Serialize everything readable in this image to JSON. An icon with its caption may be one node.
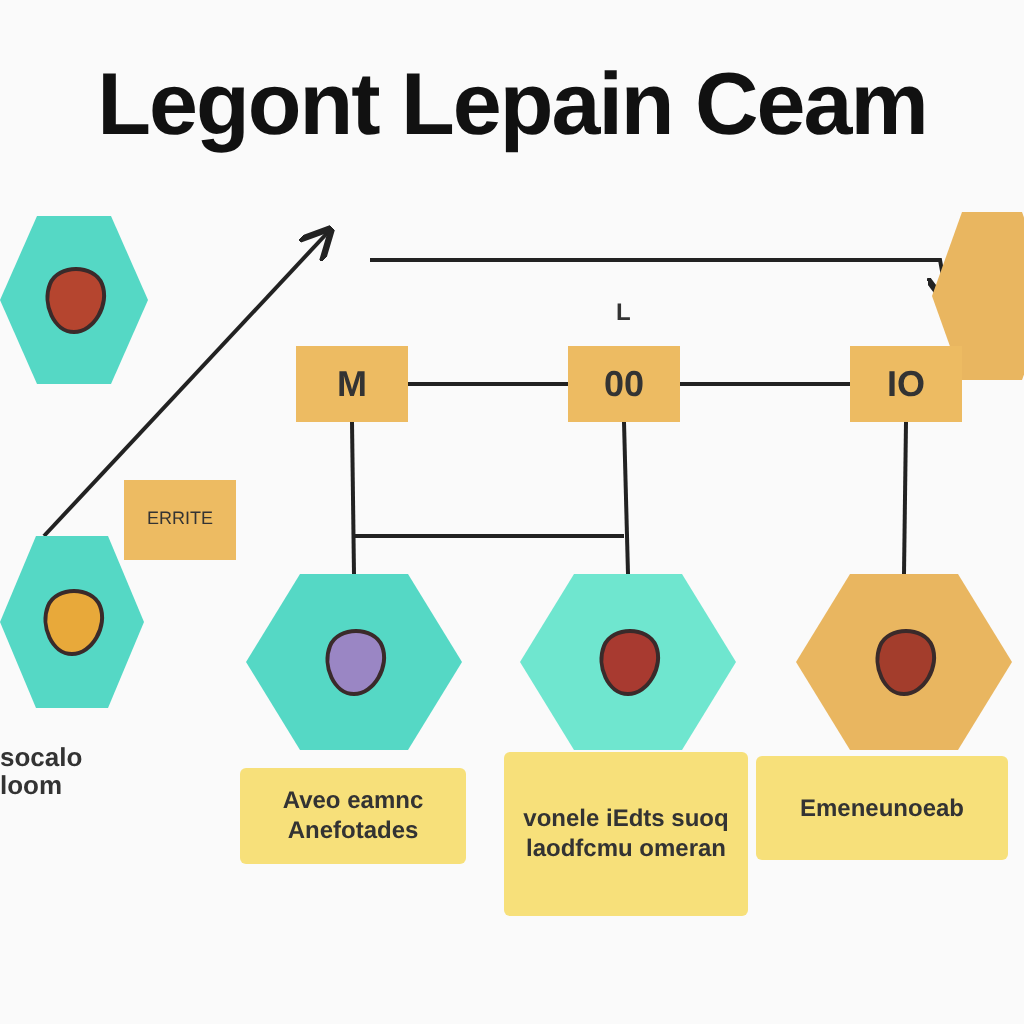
{
  "diagram": {
    "title": "Legont Lepain Ceam",
    "nodes": [
      {
        "text": [],
        "shape": "hexagon"
      },
      {
        "text": [],
        "shape": "hexagon"
      },
      {
        "text": [
          "M"
        ]
      },
      {
        "text": [
          "00"
        ]
      },
      {
        "text": [
          "IO"
        ]
      },
      {
        "text": [
          "ERRITE"
        ]
      },
      {
        "text": [],
        "shape": "hexagon"
      },
      {
        "text": [],
        "shape": "hexagon"
      },
      {
        "text": [],
        "shape": "hexagon"
      },
      {
        "text": [],
        "shape": "hexagon"
      },
      {
        "text": [
          "Aveo eamnc Anefotades"
        ]
      },
      {
        "text": [
          "vonele iEdts suoq laodfcmu omeran"
        ]
      },
      {
        "text": [
          "Emeneunoeab"
        ]
      }
    ],
    "edges": [
      {
        "from": 6,
        "to": null,
        "arrow": "to"
      },
      {
        "from": null,
        "to": 1,
        "arrow": "to"
      },
      {
        "from": 2,
        "to": 3,
        "arrow": "none"
      },
      {
        "from": 3,
        "to": 4,
        "arrow": "none"
      },
      {
        "from": 2,
        "to": 7,
        "arrow": "none"
      },
      {
        "from": 3,
        "to": 8,
        "arrow": "none"
      },
      {
        "from": 4,
        "to": 9,
        "arrow": "none"
      }
    ],
    "labels": [
      "L",
      "socalo loom"
    ]
  }
}
